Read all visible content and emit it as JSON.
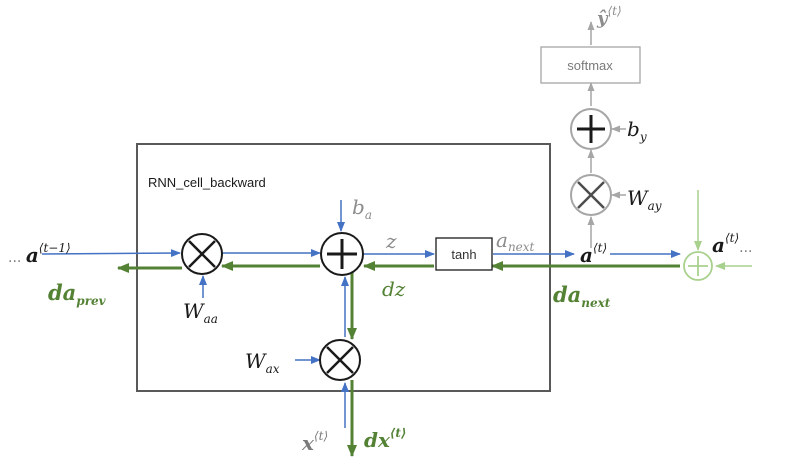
{
  "title": "RNN_cell_backward",
  "boxes": {
    "tanh": "tanh",
    "softmax": "softmax"
  },
  "labels": {
    "a_prev": {
      "prefix": "... ",
      "base": "a",
      "sup": "⟨t−1⟩"
    },
    "da_prev": {
      "base": "da",
      "sub": "prev"
    },
    "W_aa": {
      "base": "W",
      "sub": "aa"
    },
    "b_a": {
      "base": "b",
      "sub": "a"
    },
    "z": "z",
    "dz": "dz",
    "a_next": {
      "base": "a",
      "sub": "next"
    },
    "W_ax": {
      "base": "W",
      "sub": "ax"
    },
    "x_t": {
      "base": "x",
      "sup": "⟨t⟩"
    },
    "dx_t": {
      "base": "dx",
      "sup": "⟨t⟩"
    },
    "a_t_out": {
      "base": "a",
      "sup": "⟨t⟩"
    },
    "da_next": {
      "base": "da",
      "sub": "next"
    },
    "a_t_right": {
      "base": "a",
      "sup": "⟨t⟩",
      "suffix": "..."
    },
    "b_y": {
      "base": "b",
      "sub": "y"
    },
    "W_ay": {
      "base": "W",
      "sub": "ay"
    },
    "y_hat": {
      "base": "ŷ",
      "sup": "⟨t⟩"
    }
  },
  "colors": {
    "blue": "#4472c4",
    "green": "#548235",
    "light_green": "#a9d18e",
    "gray": "#a6a6a6",
    "box_border": "#595959",
    "text": "#1a1a1a"
  },
  "icons": {
    "multiply": "circle-times-icon",
    "add": "circle-plus-icon"
  }
}
